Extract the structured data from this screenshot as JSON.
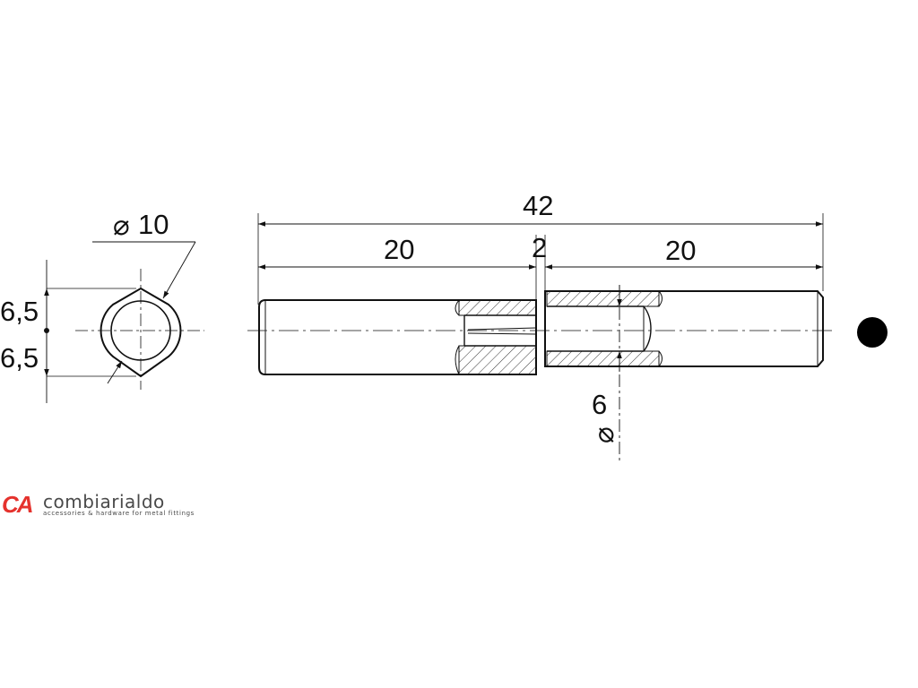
{
  "drawing": {
    "dimensions": {
      "overall_length": "42",
      "left_section": "20",
      "gap": "2",
      "right_section": "20",
      "diameter_end": "10",
      "bore_diameter": "6",
      "half_upper": "6,5",
      "half_lower": "6,5",
      "diameter_symbol": "⌀"
    }
  },
  "brand": {
    "mark": "CA",
    "name": "combiarialdo",
    "tagline": "accessories & hardware for metal fittings",
    "color": "#e5322d"
  }
}
